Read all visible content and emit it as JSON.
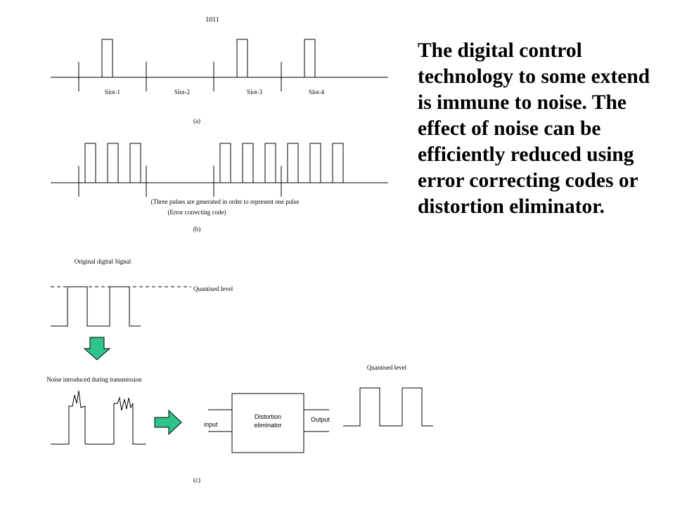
{
  "slide": {
    "body_text": "The digital control technology to some extend is immune to noise. The effect of noise can be efficiently reduced using error correcting codes or distortion eliminator."
  },
  "diagram_a": {
    "code": "1011",
    "slots": [
      "Slot-1",
      "Slot-2",
      "Slot-3",
      "Slot-4"
    ],
    "label": "(a)"
  },
  "diagram_b": {
    "note_line1": "(Three pulses are generated in order to represent one pulse",
    "note_line2": "(Error correcting code)",
    "label": "(b)"
  },
  "diagram_c": {
    "original_signal": "Original digital Signal",
    "quantised_level_top": "Quantised level",
    "noise_label": "Noise introduced during transmission",
    "input_label": "input",
    "box_line1": "Distortion",
    "box_line2": "eliminator",
    "output_label": "Output",
    "quantised_level_output": "Quantised level",
    "label": "(c)",
    "arrow_color": "#2ec48a"
  }
}
